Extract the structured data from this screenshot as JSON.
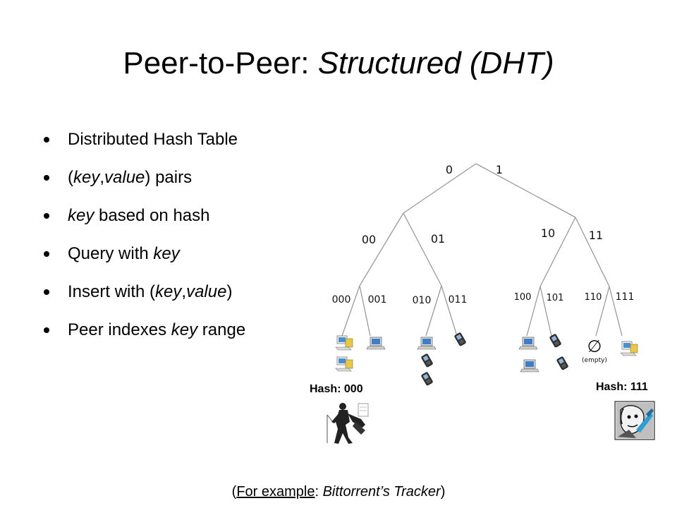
{
  "slide": {
    "title_plain": "Peer-to-Peer: ",
    "title_italic": "Structured (DHT)",
    "bullets": [
      [
        {
          "t": "Distributed Hash Table",
          "i": false
        }
      ],
      [
        {
          "t": "(",
          "i": false
        },
        {
          "t": "key",
          "i": true
        },
        {
          "t": ",",
          "i": false
        },
        {
          "t": "value",
          "i": true
        },
        {
          "t": ") pairs",
          "i": false
        }
      ],
      [
        {
          "t": "key",
          "i": true
        },
        {
          "t": " based on hash",
          "i": false
        }
      ],
      [
        {
          "t": "Query with ",
          "i": false
        },
        {
          "t": "key",
          "i": true
        }
      ],
      [
        {
          "t": "Insert with (",
          "i": false
        },
        {
          "t": "key",
          "i": true
        },
        {
          "t": ",",
          "i": false
        },
        {
          "t": "value",
          "i": true
        },
        {
          "t": ")",
          "i": false
        }
      ],
      [
        {
          "t": "Peer indexes ",
          "i": false
        },
        {
          "t": "key",
          "i": true
        },
        {
          "t": " range",
          "i": false
        }
      ]
    ],
    "tree": {
      "level1": [
        "0",
        "1"
      ],
      "level2": [
        "00",
        "01",
        "10",
        "11"
      ],
      "level3": [
        "000",
        "001",
        "010",
        "011",
        "100",
        "101",
        "110",
        "111"
      ],
      "empty_symbol": "∅",
      "empty_label": "(empty)"
    },
    "hash_left": "Hash: 000",
    "hash_right": "Hash: 111",
    "footer": {
      "open": "(",
      "link": "For example",
      "colon": ": ",
      "italic": "Bittorrent’s Tracker",
      "close": ")"
    },
    "icons": {
      "desktop": "desktop-computer-icon",
      "laptop": "laptop-icon",
      "phone": "mobile-phone-icon",
      "person_left": "person-silhouette-icon",
      "person_right": "person-avatar-icon"
    }
  }
}
